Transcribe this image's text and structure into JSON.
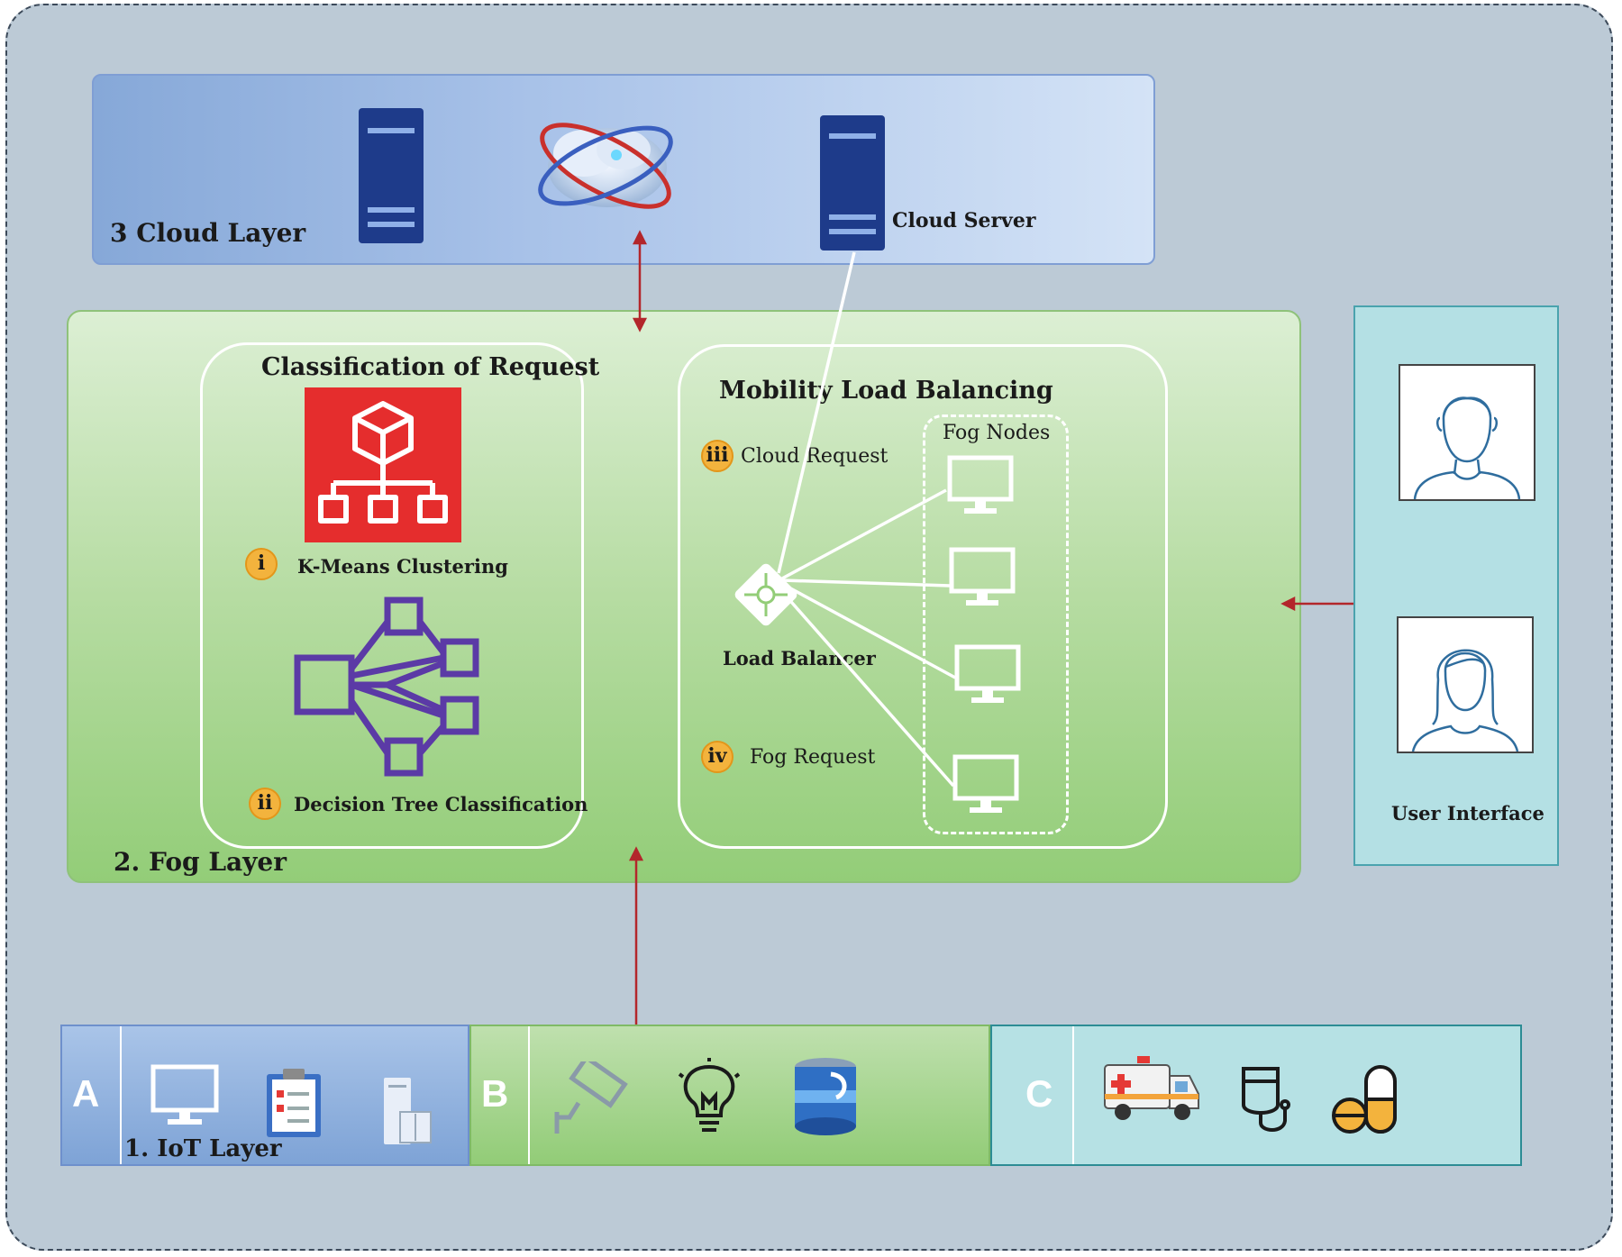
{
  "layers": {
    "cloud": {
      "title": "3 Cloud Layer",
      "server_label": "Cloud Server"
    },
    "fog": {
      "title": "2. Fog Layer",
      "classification": {
        "title": "Classification of Request",
        "step_i": {
          "badge": "i",
          "label": "K-Means Clustering"
        },
        "step_ii": {
          "badge": "ii",
          "label": "Decision Tree Classification"
        }
      },
      "balancing": {
        "title": "Mobility Load Balancing",
        "fog_nodes_label": "Fog Nodes",
        "step_iii": {
          "badge": "iii",
          "label": "Cloud Request"
        },
        "step_iv": {
          "badge": "iv",
          "label": "Fog Request"
        },
        "load_balancer_label": "Load Balancer"
      }
    },
    "iot": {
      "title": "1. IoT Layer",
      "segments": [
        {
          "letter": "A",
          "icons": [
            "monitor-icon",
            "clipboard-icon",
            "server-book-icon"
          ]
        },
        {
          "letter": "B",
          "icons": [
            "security-camera-icon",
            "light-bulb-icon",
            "database-icon"
          ]
        },
        {
          "letter": "C",
          "icons": [
            "ambulance-icon",
            "iv-bag-icon",
            "pills-icon"
          ]
        }
      ]
    }
  },
  "user_interface": {
    "label": "User Interface",
    "icons": [
      "male-user-icon",
      "female-user-icon"
    ]
  },
  "colors": {
    "arrow": "#b3262b",
    "server": "#1e3b8a",
    "kmeans_tile": "#e52d2d",
    "decision_tree": "#5b3aa6",
    "badge": "#f3b33d"
  }
}
